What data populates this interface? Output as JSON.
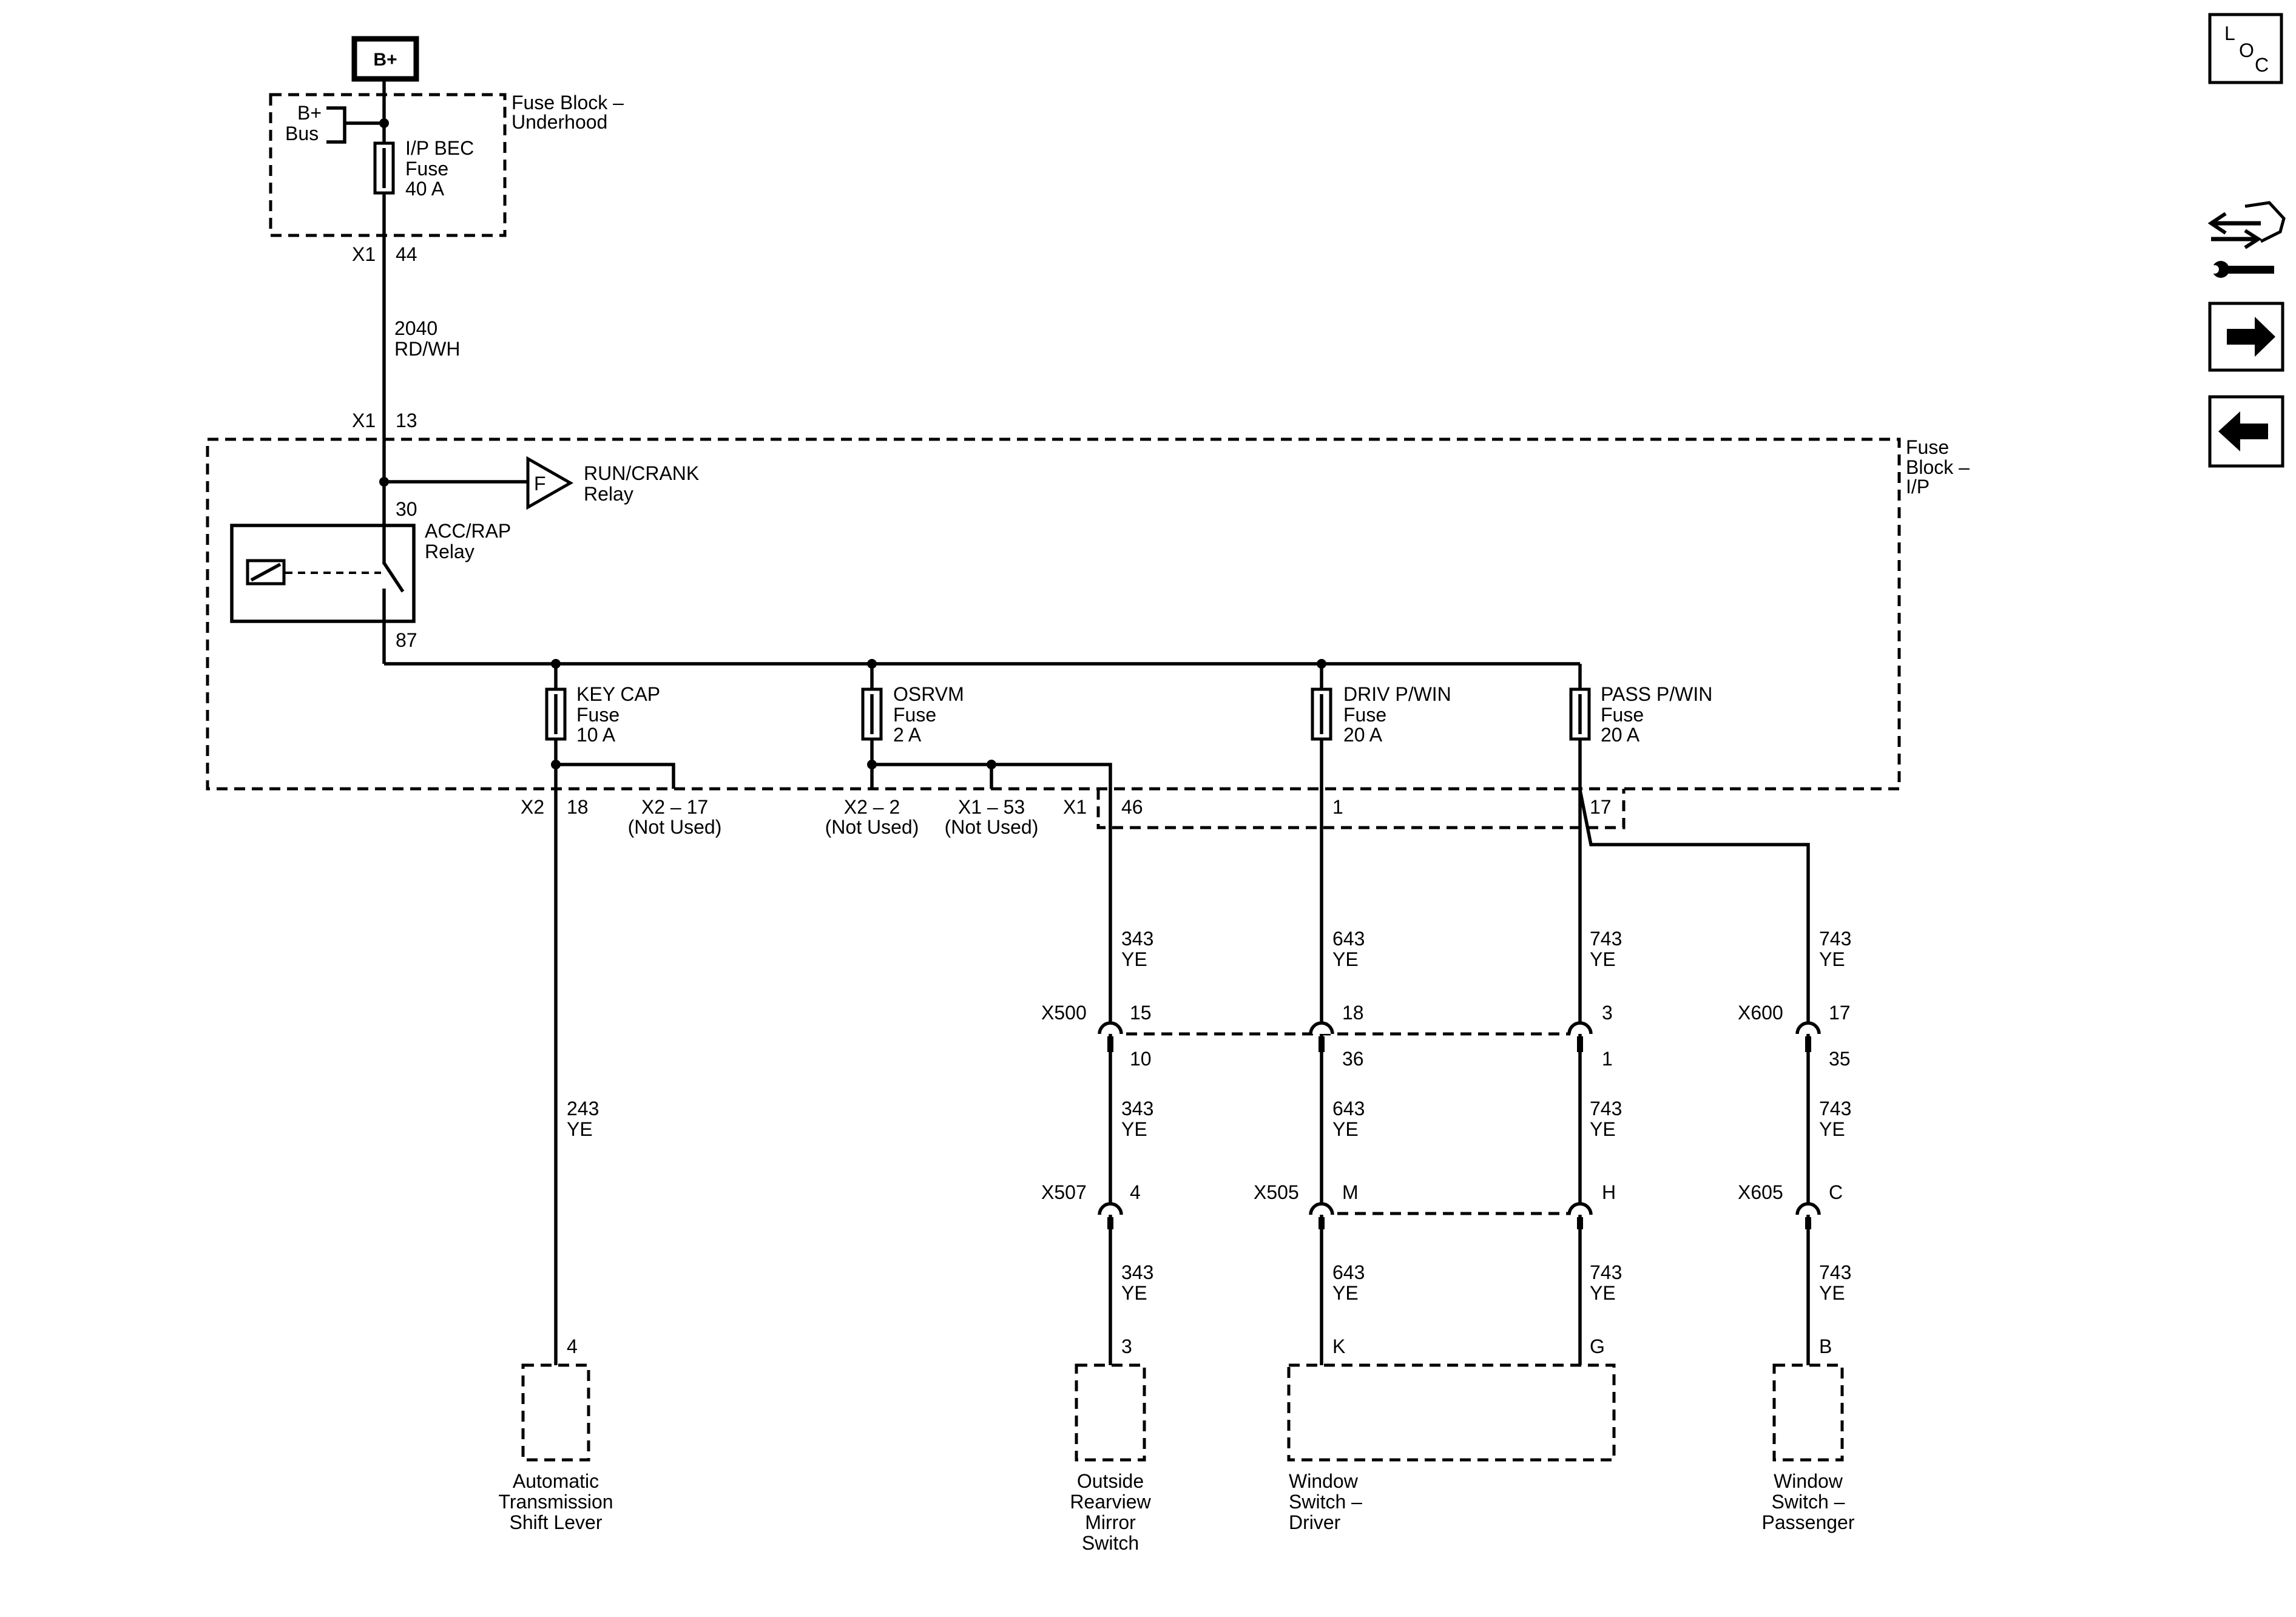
{
  "power": {
    "label": "B+",
    "bus_label_1": "B+",
    "bus_label_2": "Bus"
  },
  "fuse_block_underhood": {
    "name_1": "Fuse Block –",
    "name_2": "Underhood",
    "fuse": {
      "name": "I/P BEC",
      "type": "Fuse",
      "rating": "40 A"
    },
    "out_connector": "X1",
    "out_pin": "44"
  },
  "feed_wire": {
    "circuit": "2040",
    "color": "RD/WH"
  },
  "fuse_block_ip": {
    "name_1": "Fuse",
    "name_2": "Block –",
    "name_3": "I/P",
    "in_connector": "X1",
    "in_pin": "13",
    "run_crank_relay": {
      "flag": "F",
      "name": "RUN/CRANK",
      "type": "Relay"
    },
    "acc_rap_relay": {
      "name": "ACC/RAP",
      "type": "Relay",
      "pin_in": "30",
      "pin_out": "87"
    },
    "fuses": [
      {
        "name": "KEY CAP",
        "type": "Fuse",
        "rating": "10 A"
      },
      {
        "name": "OSRVM",
        "type": "Fuse",
        "rating": "2 A"
      },
      {
        "name": "DRIV P/WIN",
        "type": "Fuse",
        "rating": "20 A"
      },
      {
        "name": "PASS P/WIN",
        "type": "Fuse",
        "rating": "20 A"
      }
    ],
    "outputs": {
      "key_cap_connector": "X2",
      "key_cap_pin": "18",
      "unused_1": "X2 – 17",
      "unused_2": "X2 – 2",
      "unused_3": "X1 – 53",
      "not_used": "(Not Used)",
      "osrvm_connector": "X1",
      "osrvm_pin": "46",
      "driv_pin": "1",
      "pass_pin": "17"
    }
  },
  "wires": {
    "shift": {
      "circuit": "243",
      "color": "YE"
    },
    "mirror": {
      "circuit": "343",
      "color": "YE"
    },
    "driver": {
      "circuit": "643",
      "color": "YE"
    },
    "pass_a": {
      "circuit": "743",
      "color": "YE"
    },
    "pass_b": {
      "circuit": "743",
      "color": "YE"
    }
  },
  "inline_connectors": {
    "x500": {
      "name": "X500",
      "p1": "15",
      "p1b": "10",
      "p2": "18",
      "p2b": "36",
      "p3": "3",
      "p3b": "1"
    },
    "x600": {
      "name": "X600",
      "p": "17",
      "pb": "35"
    },
    "x507": {
      "name": "X507",
      "p": "4"
    },
    "x505": {
      "name": "X505",
      "p1": "M",
      "p2": "H"
    },
    "x605": {
      "name": "X605",
      "p": "C"
    }
  },
  "components": {
    "shift_lever": {
      "pin": "4",
      "line_1": "Automatic",
      "line_2": "Transmission",
      "line_3": "Shift Lever"
    },
    "mirror_switch": {
      "pin": "3",
      "line_1": "Outside",
      "line_2": "Rearview",
      "line_3": "Mirror",
      "line_4": "Switch"
    },
    "window_driver": {
      "pin_1": "K",
      "pin_2": "G",
      "line_1": "Window",
      "line_2": "Switch –",
      "line_3": "Driver"
    },
    "window_passenger": {
      "pin": "B",
      "line_1": "Window",
      "line_2": "Switch –",
      "line_3": "Passenger"
    }
  },
  "nav": {
    "loc_letters": [
      "L",
      "O",
      "C"
    ],
    "icons": [
      "connector-list-wrench-icon",
      "arrow-right-icon",
      "arrow-left-icon"
    ]
  }
}
